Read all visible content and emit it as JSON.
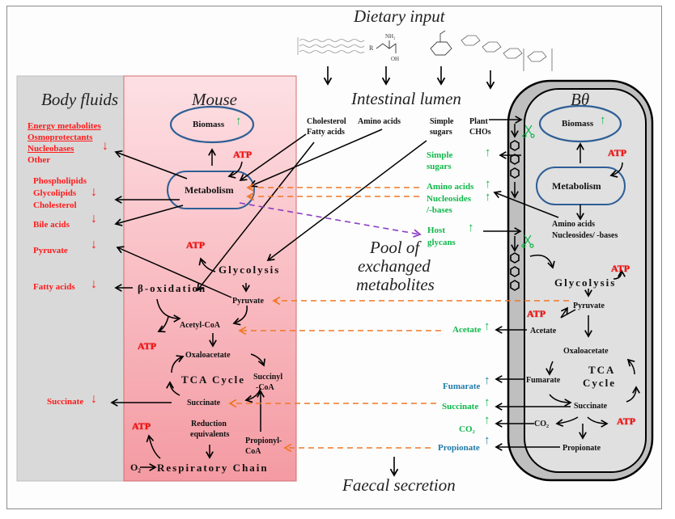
{
  "diagram": {
    "headers": {
      "dietary_input": "Dietary input",
      "intestinal_lumen": "Intestinal lumen",
      "body_fluids": "Body fluids",
      "mouse": "Mouse",
      "bacterium": "Bθ",
      "pool": [
        "Pool of",
        "exchanged",
        "metabolites"
      ],
      "faecal": "Faecal secretion"
    },
    "body_fluids": {
      "group1": [
        "Energy metabolites",
        "Osmoprotectants",
        "Nucleobases",
        "Other"
      ],
      "group2": [
        "Phospholipids",
        "Glycolipids",
        "Cholesterol"
      ],
      "bile_acids": "Bile acids",
      "pyruvate": "Pyruvate",
      "fatty_acids": "Fatty acids",
      "succinate": "Succinate",
      "arrow_down": "↓"
    },
    "mouse": {
      "biomass": "Biomass",
      "metabolism": "Metabolism",
      "atp": "ATP",
      "glycolysis": "Glycolysis",
      "beta_oxidation": "β-oxidation",
      "pyruvate": "Pyruvate",
      "acetyl_coa": "Acetyl-CoA",
      "oxaloacetate": "Oxaloacetate",
      "tca_cycle": "TCA Cycle",
      "succinyl_coa": [
        "Succinyl",
        "-CoA"
      ],
      "succinate": "Succinate",
      "reduction_equivalents": [
        "Reduction",
        "equivalents"
      ],
      "propionyl_coa": [
        "Propionyl-",
        "CoA"
      ],
      "o2": "O₂",
      "respiratory_chain": "Respiratory Chain"
    },
    "lumen": {
      "cholesterol_fa": [
        "Cholesterol",
        "Fatty acids"
      ],
      "amino_acids": "Amino acids",
      "simple_sugars": [
        "Simple",
        "sugars"
      ],
      "plant_chos": [
        "Plant",
        "CHOs"
      ]
    },
    "exchanged": {
      "simple_sugars": [
        "Simple",
        "sugars"
      ],
      "amino_acids": "Amino acids",
      "nucleosides": [
        "Nucleosides",
        "/-bases"
      ],
      "host_glycans": [
        "Host",
        "glycans"
      ],
      "acetate": "Acetate",
      "fumarate": "Fumarate",
      "succinate": "Succinate",
      "co2": "CO₂",
      "propionate": "Propionate",
      "arrow_up": "↑"
    },
    "bacterium": {
      "biomass": "Biomass",
      "metabolism": "Metabolism",
      "atp": "ATP",
      "aa_nuc": [
        "Amino acids",
        "Nucleosides/ -bases"
      ],
      "glycolysis": "Glycolysis",
      "pyruvate": "Pyruvate",
      "acetate": "Acetate",
      "oxaloacetate": "Oxaloacetate",
      "tca_cycle": [
        "TCA",
        "Cycle"
      ],
      "fumarate": "Fumarate",
      "succinate": "Succinate",
      "co2": "CO₂",
      "propionate": "Propionate"
    },
    "colors": {
      "decrease": "#ff1a1a",
      "increase": "#0fb84a",
      "increase_alt": "#1f7aa8",
      "exchange_dash": "#f07828",
      "glycan_dash": "#8a3fc0",
      "ellipse": "#2f5f96"
    }
  }
}
